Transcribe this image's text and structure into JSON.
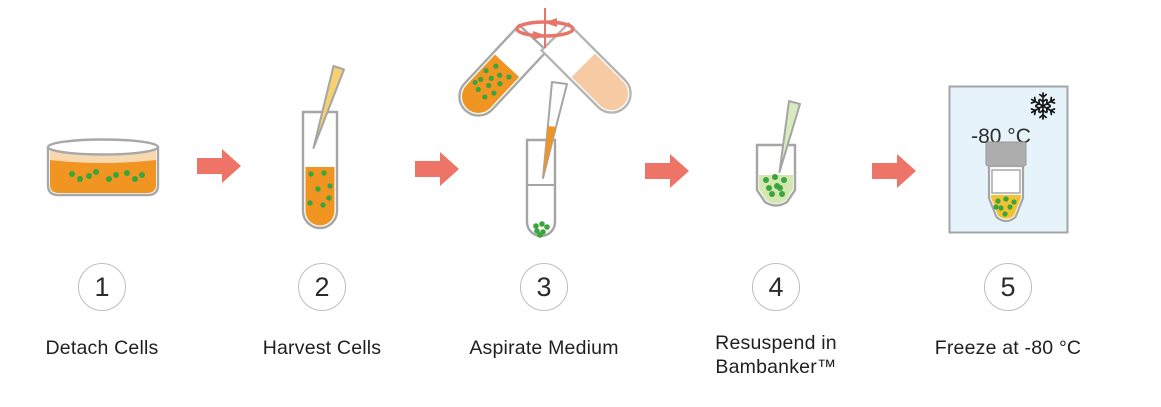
{
  "figure": {
    "type": "process-flow",
    "step_count": 5
  },
  "colors": {
    "arrow": "#ED7467",
    "rotation_symbol": "#E8756A",
    "medium_orange": "#F09522",
    "cells_green": "#3BA43B",
    "supernatant_peach": "#F6CAA2",
    "bambanker_green": "#D2E8B0",
    "pipette_yellow": "#F5D171",
    "frozen_yellow": "#F2C231",
    "freezer_blue": "#E7F3FA",
    "outline_gray": "#A5A5A5"
  },
  "steps": [
    {
      "number": "1",
      "label": "Detach Cells",
      "icon": "petri-dish-with-cells"
    },
    {
      "number": "2",
      "label": "Harvest Cells",
      "icon": "tube-with-pipette"
    },
    {
      "number": "3",
      "label": "Aspirate Medium",
      "icon": "centrifuge-spin-and-aspiration"
    },
    {
      "number": "4",
      "label": "Resuspend in Bambanker™",
      "icon": "tube-with-bambanker"
    },
    {
      "number": "5",
      "label": "Freeze at -80 °C",
      "icon": "freezer-with-cryovial"
    }
  ],
  "freezer": {
    "temperature_label": "-80 °C"
  }
}
